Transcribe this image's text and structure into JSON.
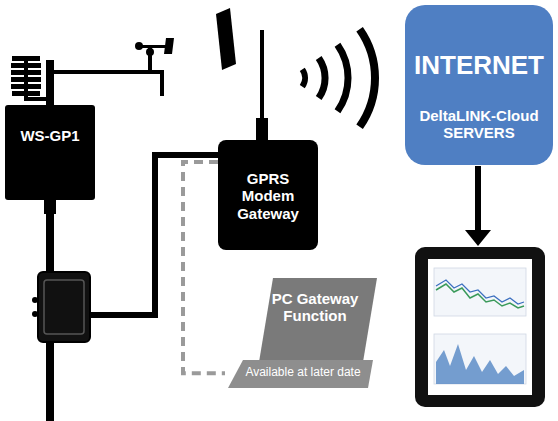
{
  "diagram": {
    "nodes": [
      {
        "text": [
          "WS-GP1"
        ]
      },
      {
        "text": [
          "GPRS Modem Gateway"
        ]
      },
      {
        "text": [
          "INTERNET",
          "DeltaLINK-Cloud SERVERS"
        ]
      },
      {
        "text": [
          "PC Gateway Function",
          "Available at later date"
        ]
      }
    ],
    "edges": [
      {
        "from": 1,
        "to": 3,
        "arrow": "none"
      }
    ]
  }
}
